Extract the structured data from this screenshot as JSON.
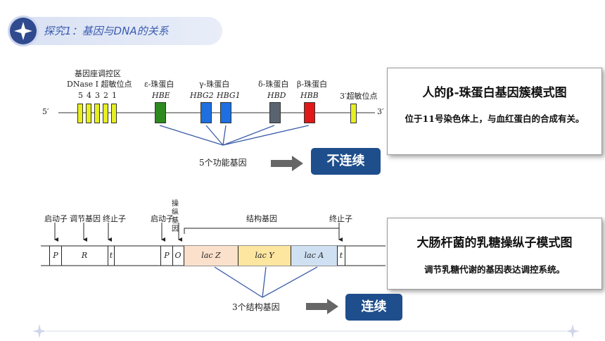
{
  "header": {
    "title": "探究1：基因与DNA的关系"
  },
  "globin": {
    "prefix_dnase": "基因座调控区",
    "prefix_dnase2": "DNase Ⅰ 超敏位点",
    "site_numbers": [
      "5",
      "4",
      "3",
      "2",
      "1"
    ],
    "end5": "5′",
    "end3": "3′",
    "genes": [
      {
        "name": "ε-珠蛋白",
        "symbol": "HBE",
        "color": "#2d8a1e"
      },
      {
        "name": "γ-珠蛋白",
        "symbols": [
          "HBG2",
          "HBG1"
        ],
        "color": "#1e6fe0"
      },
      {
        "name": "δ-珠蛋白",
        "symbol": "HBD",
        "color": "#5a6470"
      },
      {
        "name": "β-珠蛋白",
        "symbol": "HBB",
        "color": "#e01818"
      }
    ],
    "site3_label": "3′超敏位点",
    "site_color": "#e6f020",
    "count_label": "5个功能基因",
    "tag": "不连续"
  },
  "globin_info": {
    "title": "人的β-珠蛋白基因簇模式图",
    "desc": "位于11号染色体上，与血红蛋白的合成有关。"
  },
  "operon": {
    "labels": {
      "promoter1": "启动子",
      "regulator": "调节基因",
      "terminator1": "终止子",
      "promoter2": "启动子",
      "operator": "操纵基因",
      "structural": "结构基因",
      "terminator2": "终止子"
    },
    "segments": {
      "p1": "P",
      "r": "R",
      "t1": "t",
      "p2": "P",
      "o": "O",
      "lacz": "lac Z",
      "lacy": "lac Y",
      "laca": "lac A",
      "t2": "t"
    },
    "colors": {
      "lacz": "#fbe0cc",
      "lacy": "#fde6a0",
      "laca": "#cfe0f2"
    },
    "count_label": "3个结构基因",
    "tag": "连续"
  },
  "operon_info": {
    "title": "大肠杆菌的乳糖操纵子模式图",
    "desc": "调节乳糖代谢的基因表达调控系统。"
  }
}
